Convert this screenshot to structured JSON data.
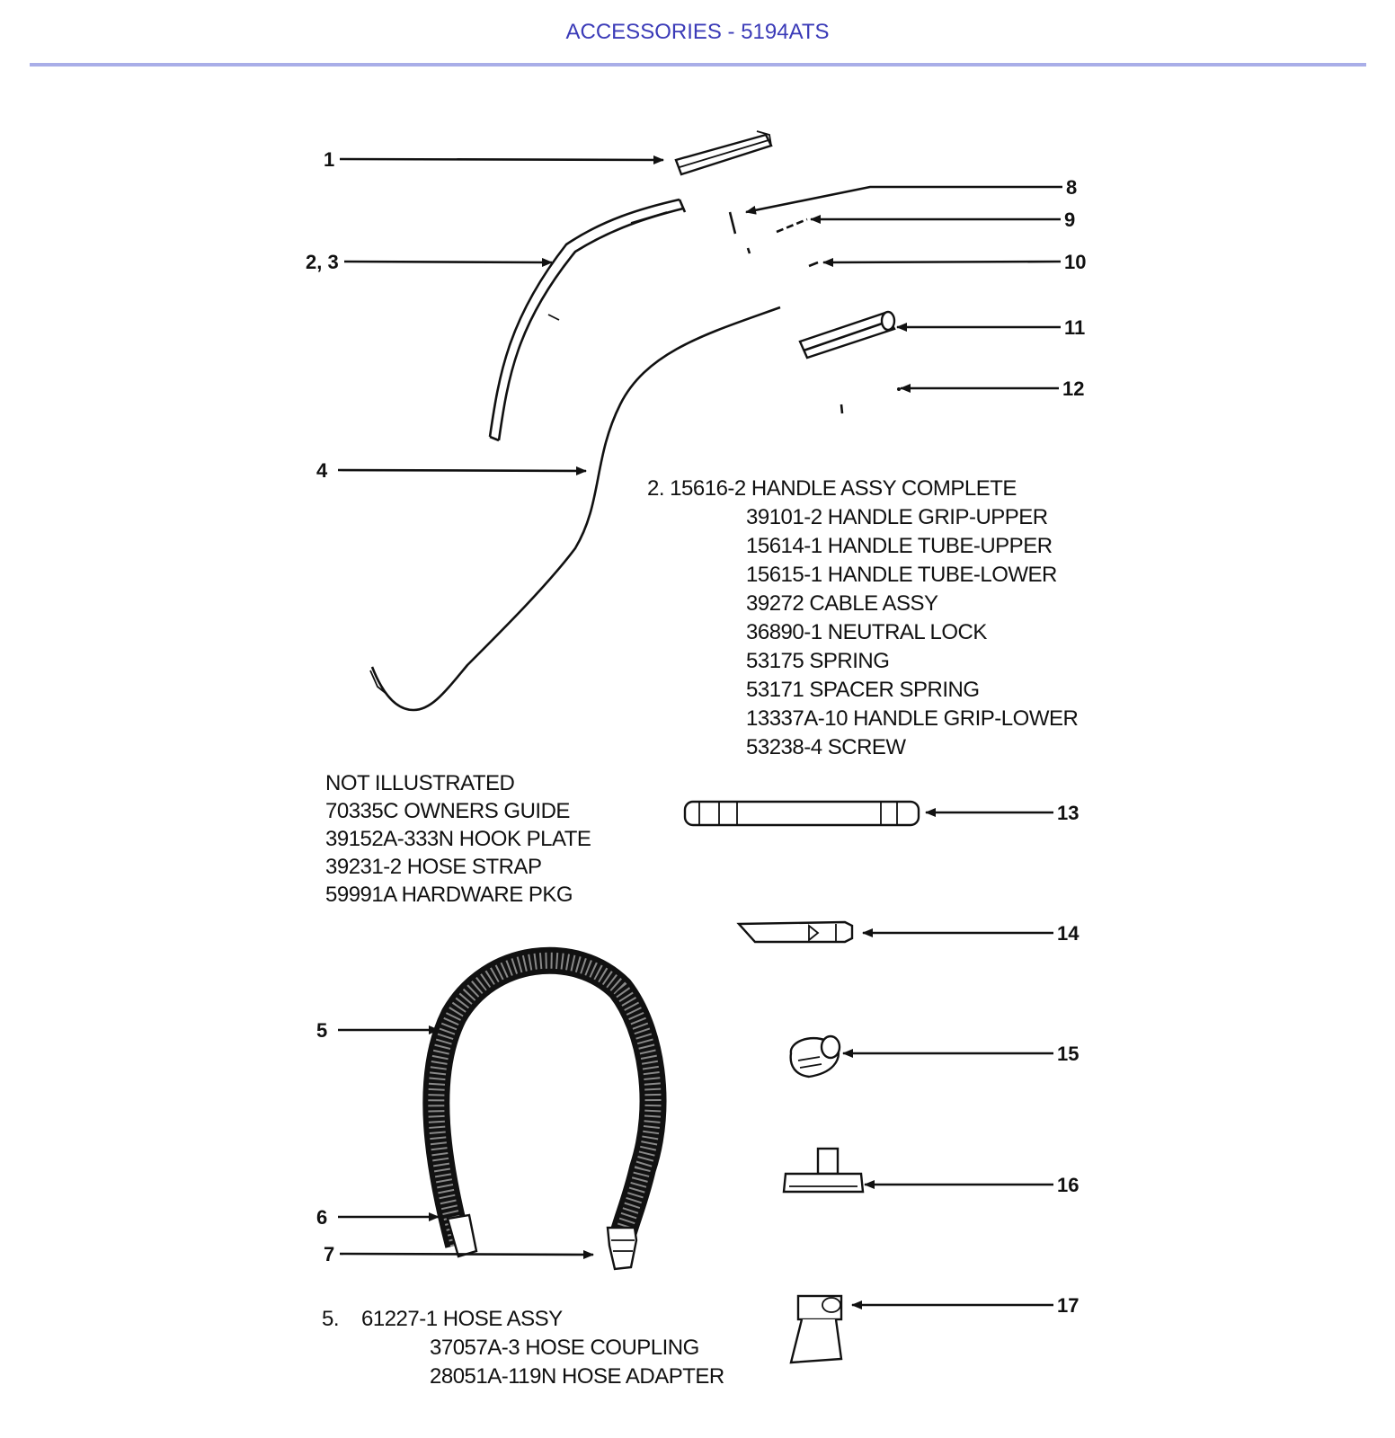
{
  "header": {
    "title": "ACCESSORIES - 5194ATS",
    "rule_color": "#a9aee8",
    "title_color": "#3b3bb8"
  },
  "callouts": [
    "1",
    "2, 3",
    "4",
    "5",
    "6",
    "7",
    "8",
    "9",
    "10",
    "11",
    "12",
    "13",
    "14",
    "15",
    "16",
    "17"
  ],
  "handle_assy": {
    "heading": "2. 15616-2 HANDLE ASSY COMPLETE",
    "parts": [
      "39101-2 HANDLE GRIP-UPPER",
      "15614-1 HANDLE TUBE-UPPER",
      "15615-1 HANDLE TUBE-LOWER",
      "39272 CABLE ASSY",
      "36890-1 NEUTRAL LOCK",
      "53175 SPRING",
      "53171 SPACER SPRING",
      "13337A-10 HANDLE GRIP-LOWER",
      "53238-4 SCREW"
    ]
  },
  "not_illustrated": {
    "heading": "NOT ILLUSTRATED",
    "parts": [
      "70335C  OWNERS GUIDE",
      "39152A-333N HOOK PLATE",
      "39231-2 HOSE STRAP",
      "59991A HARDWARE PKG"
    ]
  },
  "hose_assy": {
    "number": "5.",
    "heading": "61227-1 HOSE ASSY",
    "parts": [
      "37057A-3 HOSE COUPLING",
      "28051A-119N HOSE ADAPTER"
    ]
  }
}
